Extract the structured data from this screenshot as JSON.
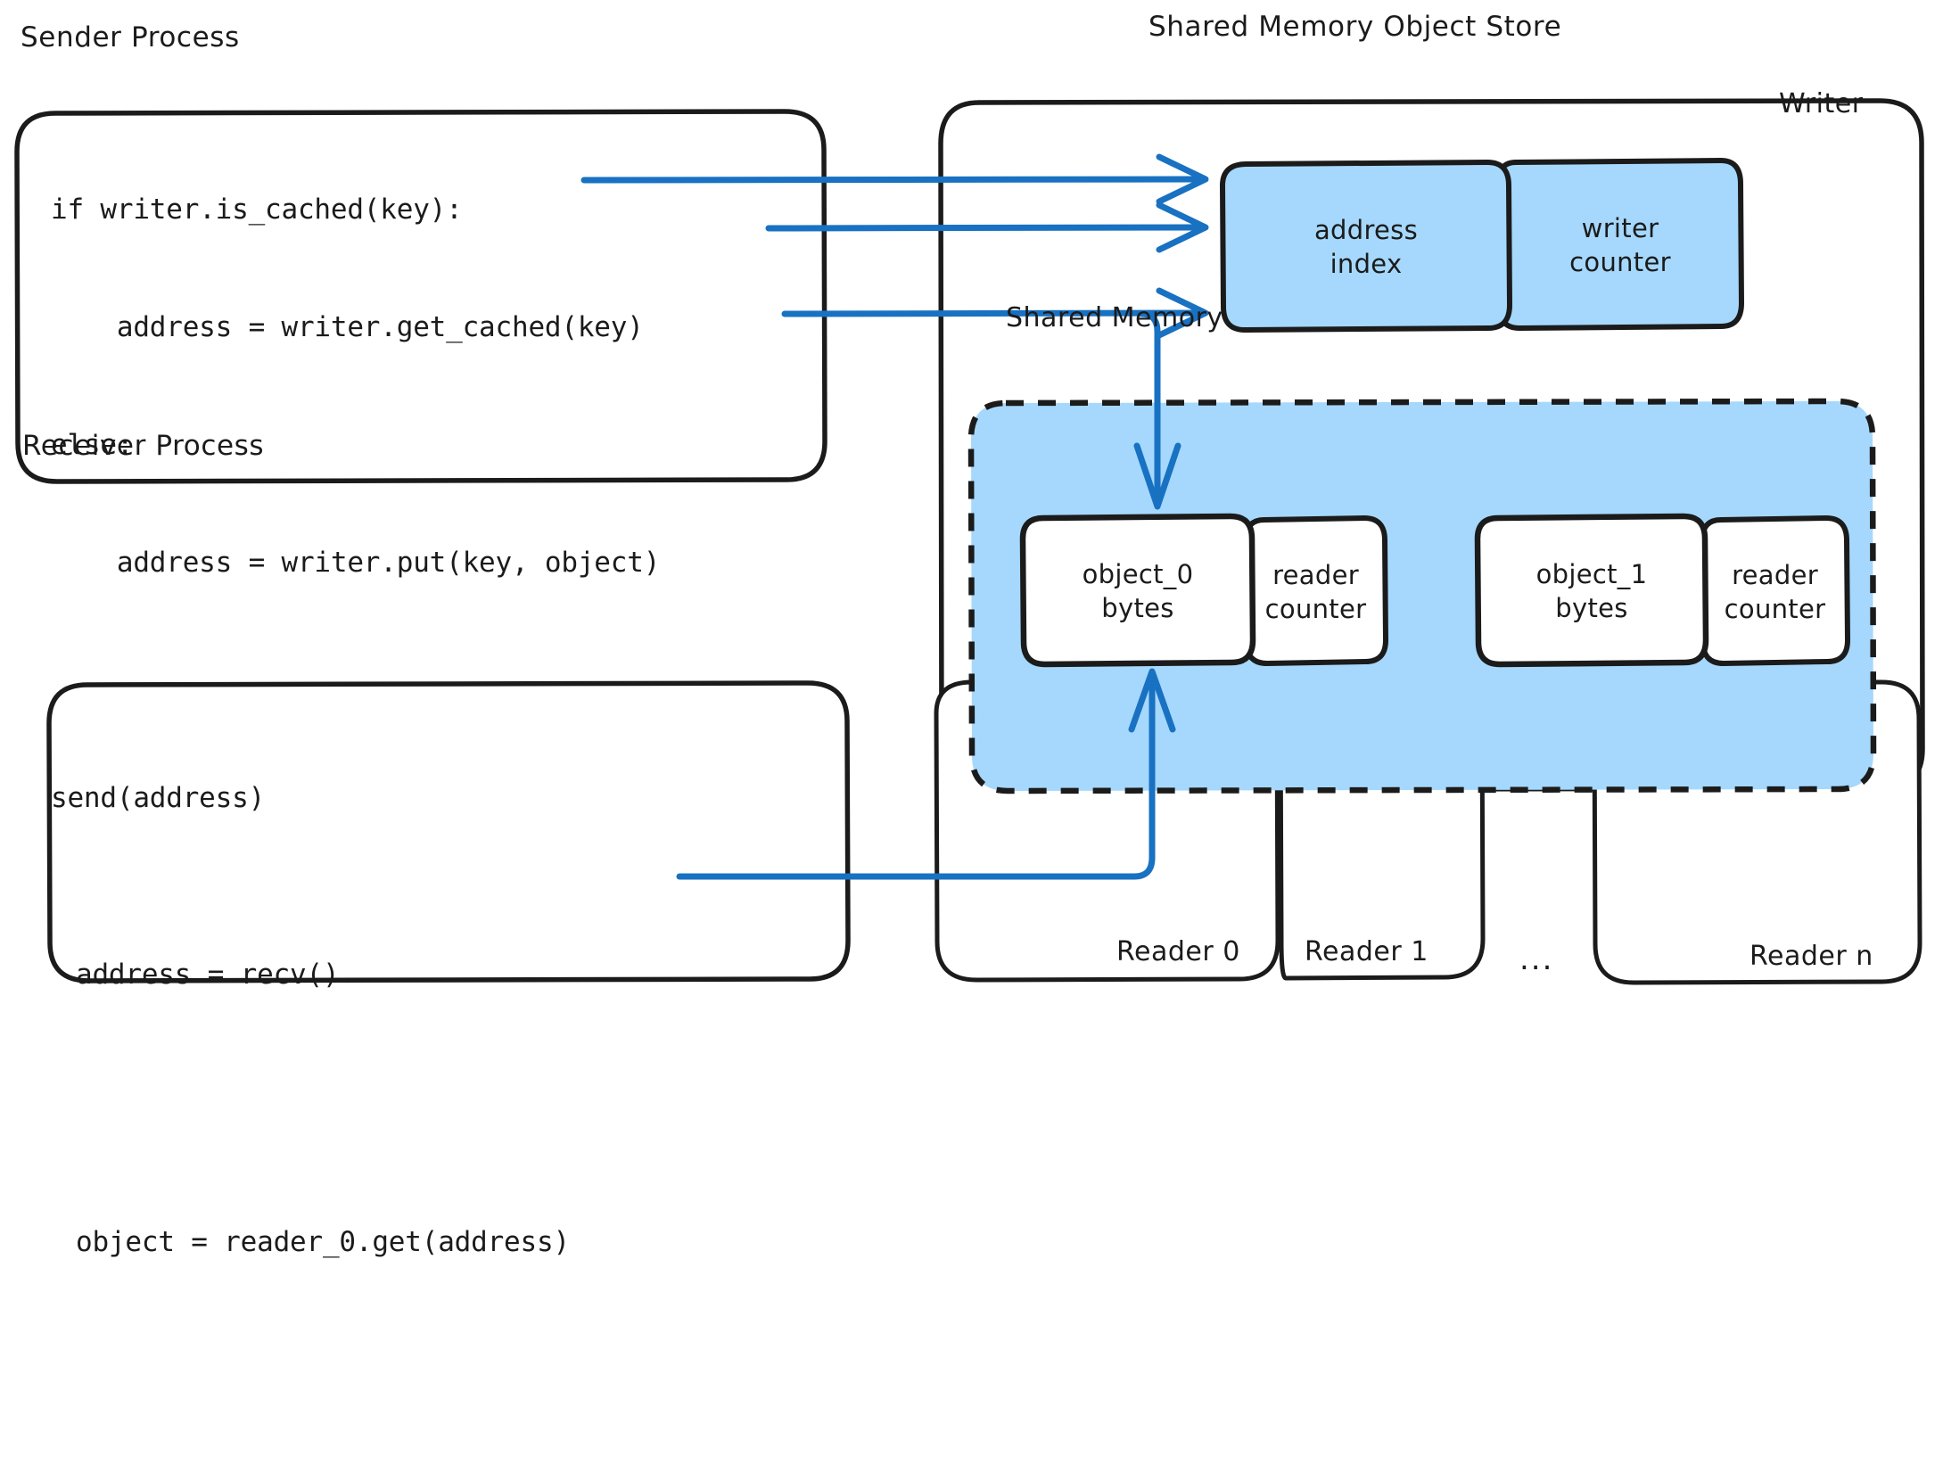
{
  "diagram": {
    "title_sender": "Sender Process",
    "title_receiver": "Receiver Process",
    "title_store": "Shared Memory Object Store",
    "label_writer": "Writer",
    "label_shared_memory": "Shared Memory",
    "colors": {
      "stroke": "#1b1b1b",
      "arrow": "#1971c2",
      "fill_blue": "#a5d8fc",
      "background": "#ffffff"
    }
  },
  "sender_code": {
    "lines": [
      "if writer.is_cached(key):",
      "    address = writer.get_cached(key)",
      "else:",
      "    address = writer.put(key, object)",
      "",
      "send(address)"
    ],
    "line_1": "if writer.is_cached(key):",
    "line_2": "    address = writer.get_cached(key)",
    "line_3": "else:",
    "line_4": "    address = writer.put(key, object)",
    "line_5": "send(address)"
  },
  "receiver_code": {
    "lines": [
      "address = recv()",
      "object = reader_0.get(address)"
    ],
    "line_1": "address = recv()",
    "line_2": "object = reader_0.get(address)"
  },
  "writer_region": {
    "label": "Writer",
    "cells": [
      {
        "label": "address\nindex",
        "line1": "address",
        "line2": "index"
      },
      {
        "label": "writer\ncounter",
        "line1": "writer",
        "line2": "counter"
      }
    ]
  },
  "shared_memory": {
    "label": "Shared Memory",
    "slots": [
      {
        "object_line1": "object_0",
        "object_line2": "bytes",
        "counter_line1": "reader",
        "counter_line2": "counter"
      },
      {
        "object_line1": "object_1",
        "object_line2": "bytes",
        "counter_line1": "reader",
        "counter_line2": "counter"
      }
    ]
  },
  "readers": {
    "items": [
      {
        "label": "Reader 0"
      },
      {
        "label": "Reader 1"
      },
      {
        "label": "..."
      },
      {
        "label": "Reader n"
      }
    ]
  }
}
